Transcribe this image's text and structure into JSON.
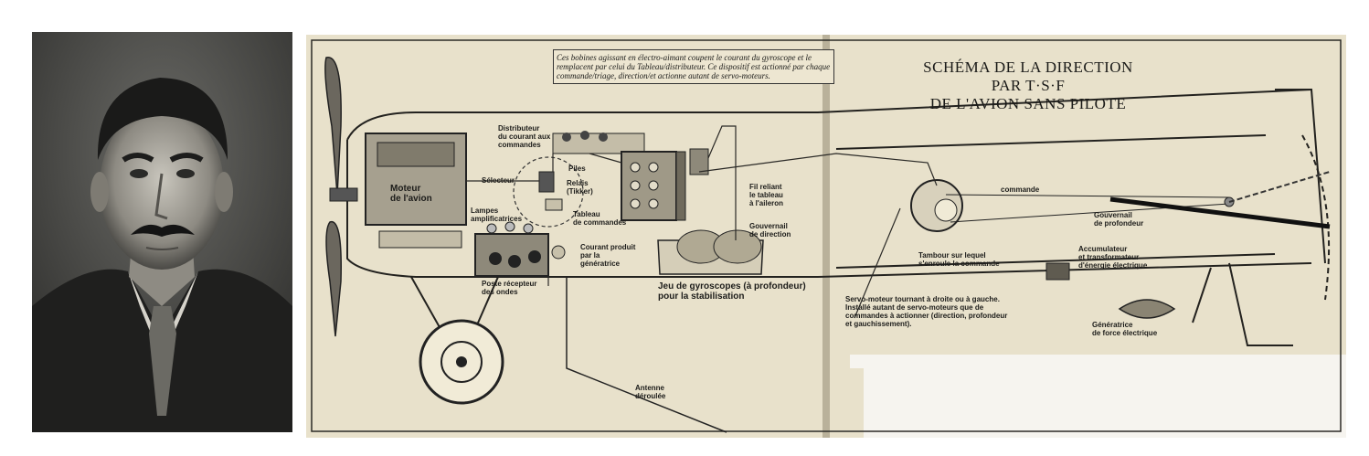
{
  "diagram": {
    "title": "SCHÉMA DE LA DIRECTION\nPAR T·S·F\nDE L'AVION SANS PILOTE",
    "note_top": "Ces bobines agissant en électro-aimant coupent le courant du gyroscope et le remplacent par celui du Tableau/distributeur. Ce dispositif est actionné par chaque commande/triage, direction/et actionne autant de servo-moteurs.",
    "labels": {
      "distributeur": "Distributeur\ndu courant aux\ncommandes",
      "piles": "Piles",
      "relais": "Relais\n(Tikker)",
      "selecteur": "Sélecteur",
      "tableau": "Tableau\nde commandes",
      "moteur": "Moteur\nde l'avion",
      "lampes": "Lampes\namplificatrices",
      "poste": "Poste récepteur\ndes ondes",
      "courant": "Courant produit\npar la\ngénératrice",
      "gyroscopes": "Jeu de gyroscopes (à profondeur)\npour la stabilisation",
      "fil_tableau": "Fil reliant\nle tableau\nà l'aileron",
      "gouvernail_dir": "Gouvernail\nde direction",
      "antenne": "Antenne\ndéroulée",
      "commande": "commande",
      "gouvernail_prof": "Gouvernail\nde profondeur",
      "tambour": "Tambour sur lequel\ns'enroule la commande",
      "accumulateur": "Accumulateur\net transformateur\nd'énergie électrique",
      "servo": "Servo-moteur tournant à droite ou à gauche.\nInstallé autant de servo-moteurs que de\ncommandes à actionner (direction, profondeur\net gauchissement).",
      "generatrice": "Génératrice\nde force électrique"
    }
  }
}
